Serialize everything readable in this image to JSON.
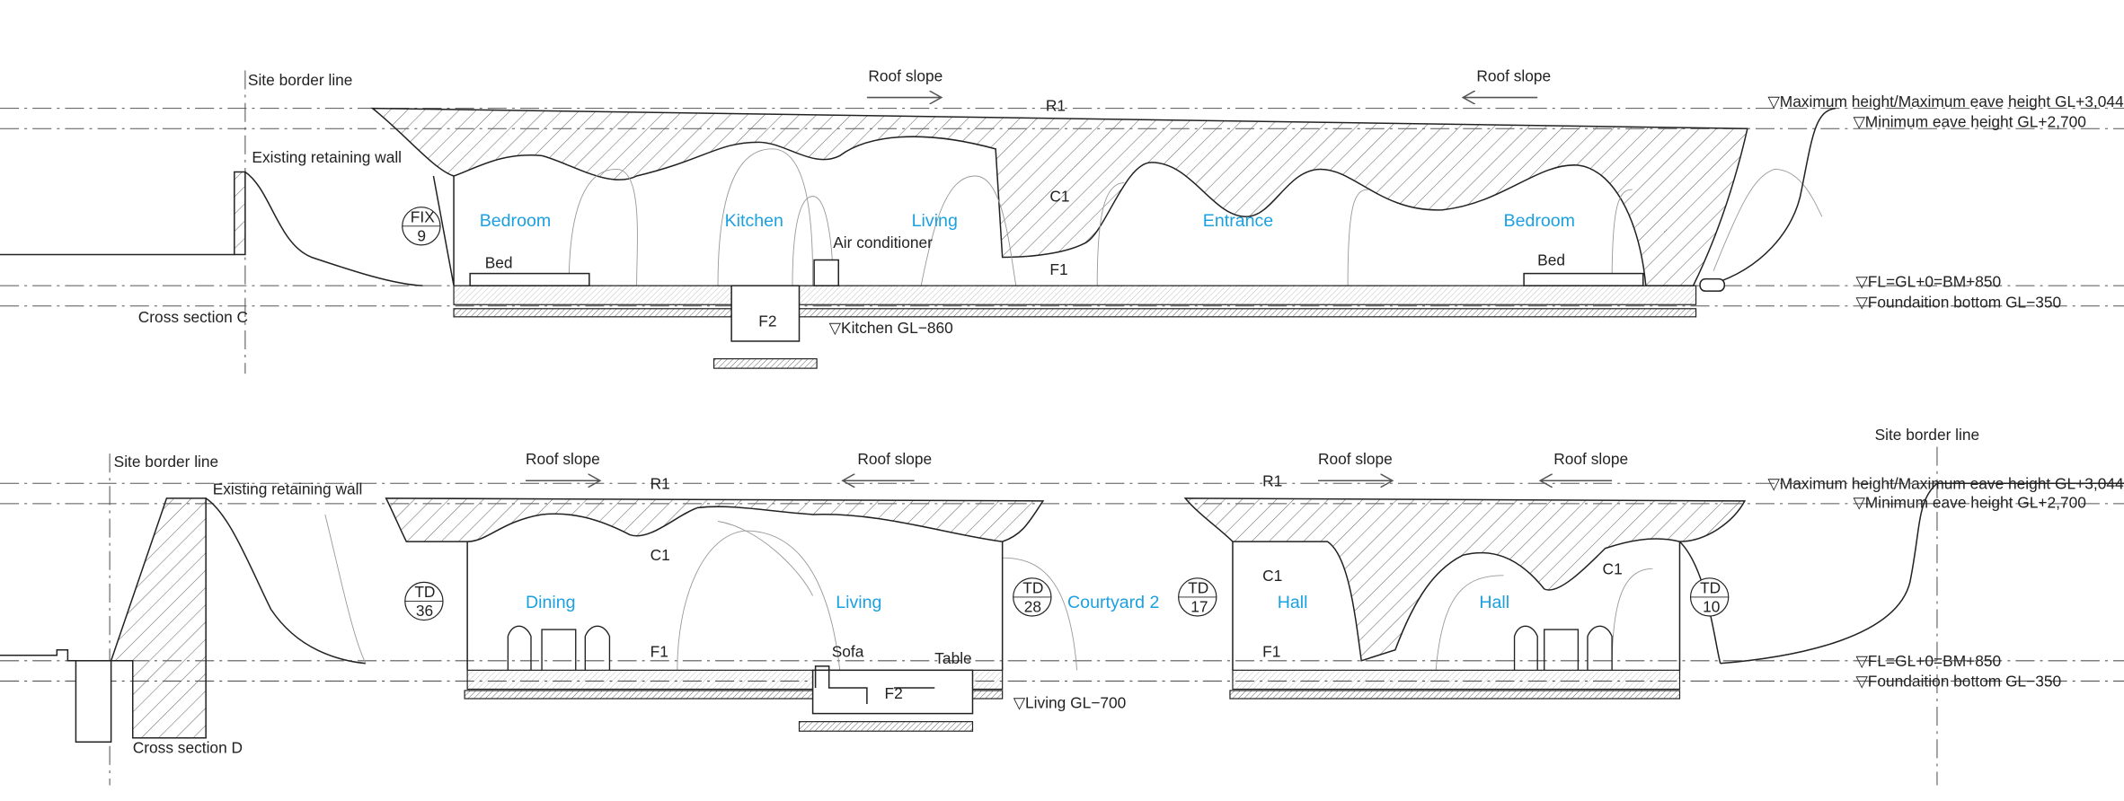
{
  "section_c": {
    "title": "Cross section C",
    "site_border": "Site border line",
    "retaining_wall": "Existing retaining wall",
    "roof_slope_left": "Roof slope",
    "roof_slope_right": "Roof slope",
    "r1": "R1",
    "c1": "C1",
    "f1": "F1",
    "f2": "F2",
    "rooms": [
      "Bedroom",
      "Kitchen",
      "Living",
      "Entrance",
      "Bedroom"
    ],
    "fix_tag": {
      "top": "FIX",
      "bottom": "9"
    },
    "bed_left": "Bed",
    "bed_right": "Bed",
    "air_conditioner": "Air conditioner",
    "kitchen_level": "▽Kitchen GL−860",
    "levels": {
      "max": "▽Maximum height/Maximum eave height GL+3,044",
      "min": "▽Minimum eave height GL+2,700",
      "fl": "▽FL=GL+0=BM+850",
      "foundation": "▽Foundaition bottom GL−350"
    }
  },
  "section_d": {
    "title": "Cross section D",
    "site_border_left": "Site border line",
    "site_border_right": "Site border line",
    "retaining_wall": "Existing retaining wall",
    "roof_slopes": [
      "Roof slope",
      "Roof slope",
      "Roof slope",
      "Roof slope"
    ],
    "r1": [
      "R1",
      "R1"
    ],
    "c1": [
      "C1",
      "C1",
      "C1"
    ],
    "f1": [
      "F1",
      "F1"
    ],
    "f2": "F2",
    "rooms": [
      "Dining",
      "Living",
      "Courtyard 2",
      "Hall",
      "Hall"
    ],
    "td_tags": [
      {
        "top": "TD",
        "bottom": "36"
      },
      {
        "top": "TD",
        "bottom": "28"
      },
      {
        "top": "TD",
        "bottom": "17"
      },
      {
        "top": "TD",
        "bottom": "10"
      }
    ],
    "sofa": "Sofa",
    "table": "Table",
    "living_level": "▽Living GL−700",
    "levels": {
      "max": "▽Maximum height/Maximum eave height GL+3,044",
      "min": "▽Minimum eave height GL+2,700",
      "fl": "▽FL=GL+0=BM+850",
      "foundation": "▽Foundaition bottom GL−350"
    }
  },
  "colors": {
    "room_label": "#1ba0e0",
    "line": "#222222"
  }
}
